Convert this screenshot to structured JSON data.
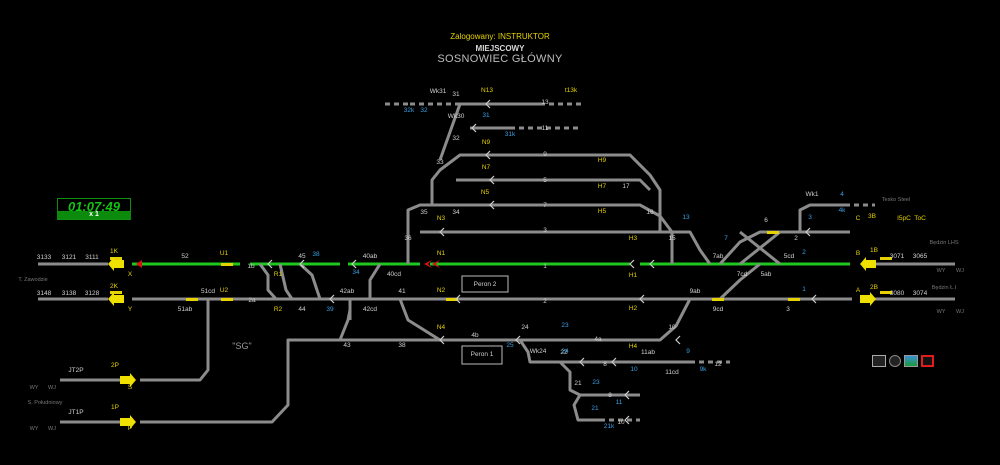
{
  "header": {
    "login": "Zalogowany: INSTRUKTOR",
    "mode": "MIEJSCOWY",
    "station": "SOSNOWIEC GŁÓWNY"
  },
  "clock": {
    "time": "01:07:49",
    "factor": "x 1"
  },
  "colors": {
    "track": "#8c8c8c",
    "route": "#1ec81e",
    "signal_label": "#e6d200",
    "aux_label": "#3aa0e6",
    "label": "#d0d0d0",
    "red": "#e01010",
    "dim": "#777777"
  },
  "labels": {
    "white": [
      "52",
      "1b",
      "45",
      "40ab",
      "40cd",
      "1",
      "7ab",
      "7cd",
      "5ab",
      "5cd",
      "3071",
      "3065",
      "3133",
      "3121",
      "3111",
      "3148",
      "3138",
      "3128",
      "51cd",
      "2a",
      "42ab",
      "42cd",
      "41",
      "2",
      "9ab",
      "9cd",
      "3",
      "3080",
      "3074",
      "51ab",
      "44",
      "36",
      "43",
      "38",
      "24",
      "4a",
      "10",
      "4b",
      "Wk24",
      "22",
      "8",
      "11ab",
      "11cd",
      "12",
      "21",
      "10",
      "8",
      "6",
      "2",
      "Wk1",
      "3",
      "5",
      "7",
      "9",
      "11",
      "13",
      "31",
      "32",
      "33",
      "34",
      "35",
      "Wk31",
      "Wk30",
      "17",
      "16",
      "15",
      "Peron 2",
      "Peron 1",
      "JT2P",
      "JT1P"
    ],
    "yellow": [
      "1K",
      "U1",
      "N1",
      "H1",
      "1B",
      "B",
      "2K",
      "U2",
      "N2",
      "H2",
      "2B",
      "A",
      "X",
      "Y",
      "R1",
      "R2",
      "N3",
      "N4",
      "H3",
      "H4",
      "N5",
      "N7",
      "N9",
      "N13",
      "H5",
      "H7",
      "H9",
      "C",
      "3B",
      "I5pC",
      "ToC",
      "2P",
      "S",
      "1P",
      "P",
      "t13k"
    ],
    "blue": [
      "38",
      "34",
      "39",
      "2",
      "1",
      "25",
      "23",
      "24",
      "13",
      "7",
      "3",
      "4",
      "9",
      "9k",
      "4k",
      "31",
      "31k",
      "32",
      "32k",
      "10",
      "11",
      "21",
      "21k",
      "23"
    ],
    "dim": [
      "T. Zawodzie",
      "Będzin LHS",
      "Będzin Ł.I",
      "S. Południowy",
      "Tesko Steel",
      "WY",
      "WJ",
      "WY",
      "WJ",
      "WY",
      "WJ",
      "WY",
      "WJ"
    ]
  },
  "yard_label": "\"SG\""
}
